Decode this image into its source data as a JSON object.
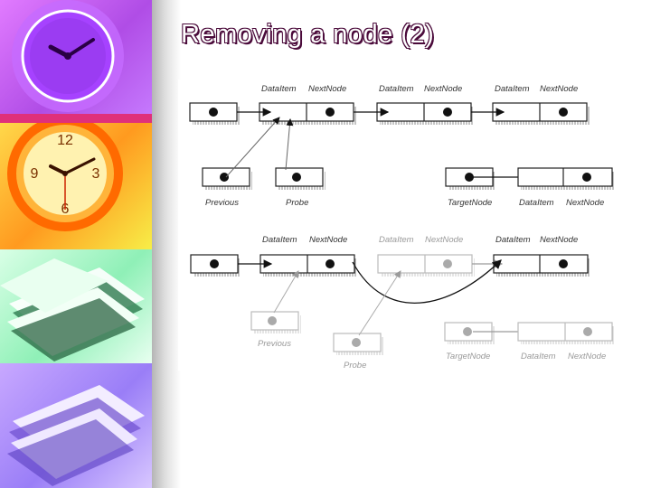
{
  "slide": {
    "title": "Removing a node (2)"
  },
  "diagram": {
    "before": {
      "labels": {
        "dataitem_1": "DataItem",
        "nextnode_1": "NextNode",
        "dataitem_2": "DataItem",
        "nextnode_2": "NextNode",
        "dataitem_3": "DataItem",
        "nextnode_3": "NextNode",
        "previous": "Previous",
        "probe": "Probe",
        "targetnode": "TargetNode",
        "dataitem_4": "DataItem",
        "nextnode_4": "NextNode"
      }
    },
    "after": {
      "labels": {
        "dataitem_1": "DataItem",
        "nextnode_1": "NextNode",
        "dataitem_2": "DataItem",
        "nextnode_2": "NextNode",
        "dataitem_3": "DataItem",
        "nextnode_3": "NextNode",
        "previous": "Previous",
        "probe": "Probe",
        "targetnode": "TargetNode",
        "dataitem_4": "DataItem",
        "nextnode_4": "NextNode"
      }
    }
  }
}
